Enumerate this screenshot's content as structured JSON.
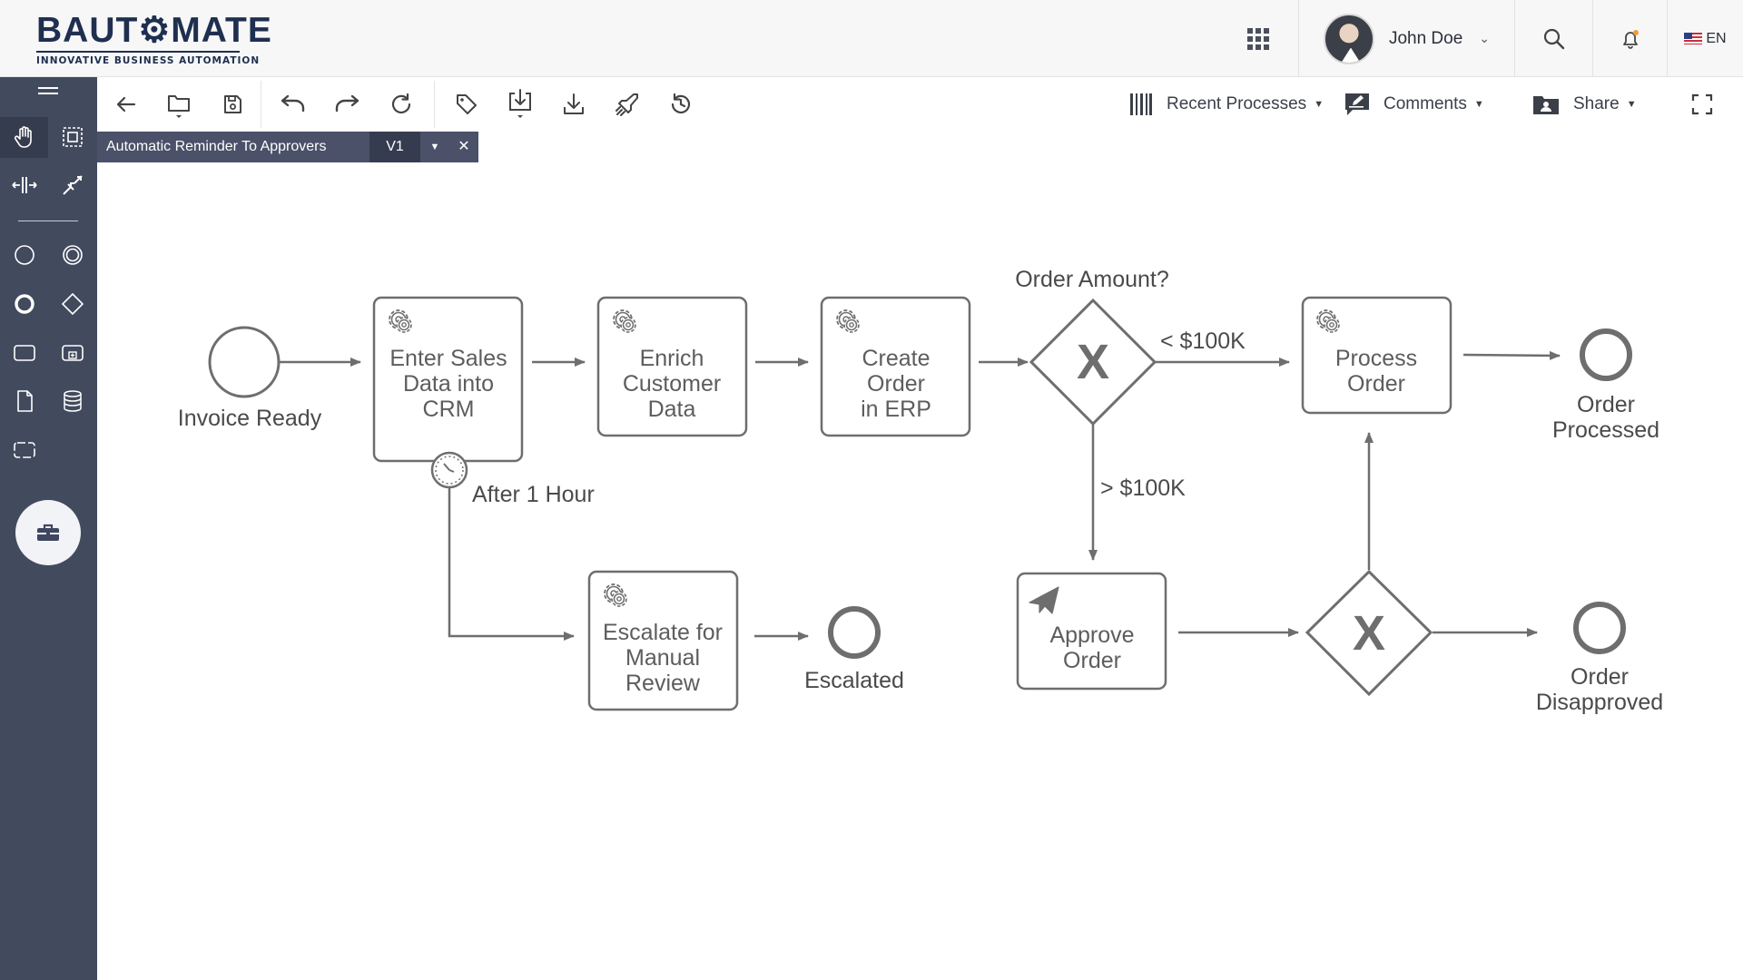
{
  "header": {
    "logo_brand": "BAUT⚙MATE",
    "logo_tagline": "INNOVATIVE BUSINESS AUTOMATION",
    "user_name": "John Doe",
    "language": "EN",
    "icons": [
      "apps-grid-icon",
      "search-icon",
      "notification-bell-icon",
      "flag-us-icon"
    ]
  },
  "toolbar": {
    "recent_processes": "Recent Processes",
    "comments": "Comments",
    "share": "Share",
    "icons": [
      "back-arrow-icon",
      "open-folder-icon",
      "save-icon",
      "undo-icon",
      "redo-icon",
      "refresh-icon",
      "tag-icon",
      "import-icon",
      "download-icon",
      "deploy-rocket-icon",
      "history-icon",
      "barcode-icon",
      "comment-edit-icon",
      "shared-folder-icon",
      "fullscreen-icon"
    ]
  },
  "tab": {
    "title": "Automatic Reminder To Approvers",
    "version": "V1"
  },
  "diagram": {
    "start_event": "Invoice Ready",
    "tasks": {
      "enter_sales": [
        "Enter Sales",
        "Data into",
        "CRM"
      ],
      "enrich": [
        "Enrich",
        "Customer",
        "Data"
      ],
      "create_order": [
        "Create",
        "Order",
        "in ERP"
      ],
      "process_order": [
        "Process",
        "Order"
      ],
      "escalate": [
        "Escalate for",
        "Manual",
        "Review"
      ],
      "approve": [
        "Approve",
        "Order"
      ]
    },
    "gateway_question": "Order Amount?",
    "gateway_symbol": "X",
    "flow_less": "< $100K",
    "flow_more": "> $100K",
    "timer_label": "After 1 Hour",
    "end_processed": [
      "Order",
      "Processed"
    ],
    "end_escalated": "Escalated",
    "end_disapproved": [
      "Order",
      "Disapproved"
    ]
  },
  "colors": {
    "rail": "#424a5e",
    "tab": "#4a5168",
    "shape_stroke": "#6e6e6e",
    "brand": "#1f2f4f"
  }
}
